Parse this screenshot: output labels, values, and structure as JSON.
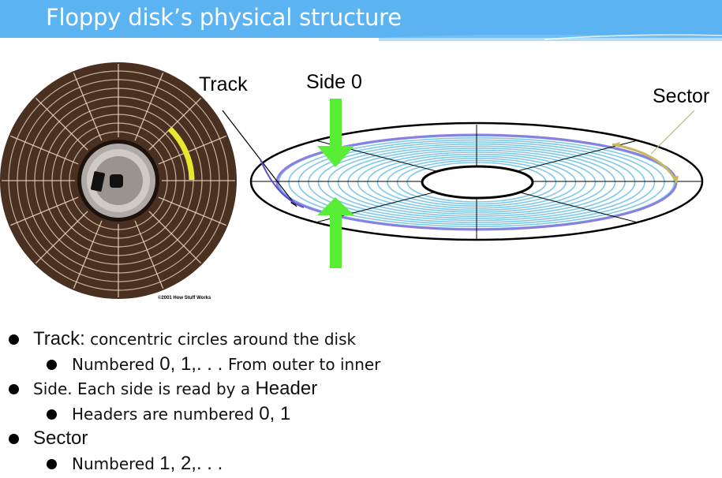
{
  "title": "Floppy disk’s physical structure",
  "figure": {
    "copyright": "©2001 How Stuff Works",
    "label_track": "Track",
    "label_side0": "Side 0",
    "label_sector": "Sector",
    "colors": {
      "disk_brown": "#4a3020",
      "track_blue": "#7fc8e8",
      "outer_track": "#8a7ee0",
      "arrow_green": "#58ee35",
      "sector_yellow": "#e8e830",
      "sector_arc": "#c8b860"
    }
  },
  "bullets": [
    {
      "term": "Track:",
      "text": " concentric circles around the disk",
      "sub": [
        {
          "parts": [
            "Numbered ",
            "0, 1,. . . ",
            "From outer to inner"
          ]
        }
      ]
    },
    {
      "term": "Side",
      "text": ". Each side is read by a ",
      "term2": "Header",
      "sub": [
        {
          "parts": [
            "Headers are numbered ",
            "0, 1",
            ""
          ]
        }
      ]
    },
    {
      "term": "Sector",
      "text": "",
      "sub": [
        {
          "parts": [
            "Numbered ",
            "1, 2,. . .",
            ""
          ]
        }
      ]
    }
  ]
}
